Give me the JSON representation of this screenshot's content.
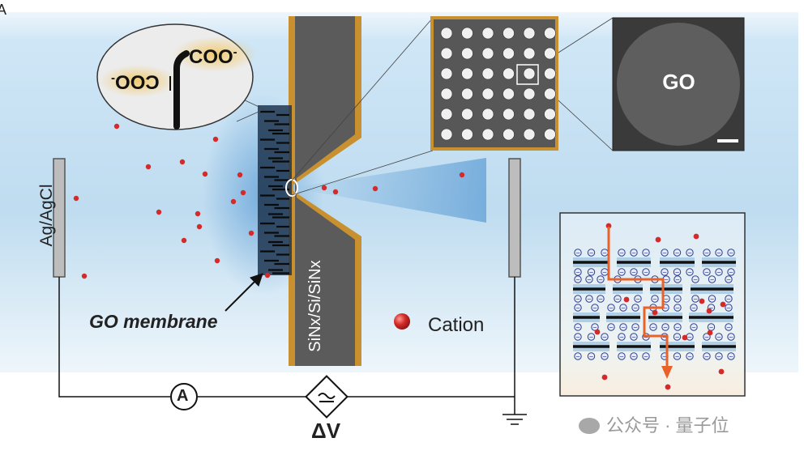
{
  "figure": {
    "panel_letter": "A",
    "electrode_label": "Ag/AgCl",
    "chip_label": "SiNx/Si/SiNx",
    "membrane_label": "GO membrane",
    "legend_cation": "Cation",
    "voltage_label": "ΔV",
    "ammeter_symbol": "A",
    "inset_sem_label": "GO",
    "functional_group_upright": "COO",
    "functional_group_mirrored": "COO",
    "charge_superscript": "-",
    "ion_charge_symbol": "−",
    "watermark": "公众号 · 量子位"
  },
  "colors": {
    "cation": "#d42a2a",
    "solution": "#bfdcf0",
    "chip_frame": "#5b5b5b",
    "chip_coat": "#c8902e",
    "flow_path": "#e8622a",
    "membrane_glow": "#2e7fc8",
    "anion_fill": "#e6ebf7",
    "anion_stroke": "#2a3e8f"
  }
}
